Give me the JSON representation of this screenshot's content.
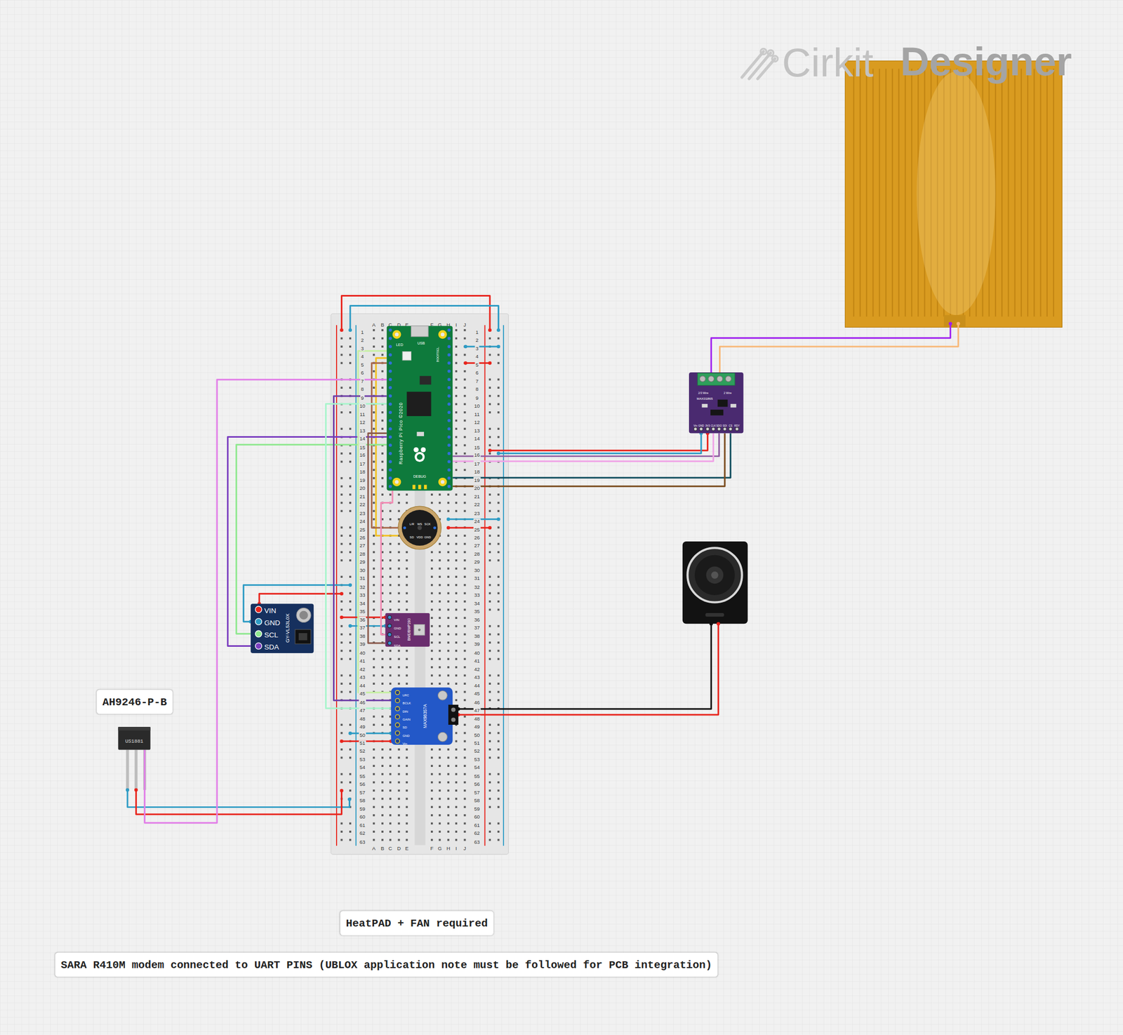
{
  "diagram": {
    "nodes": [
      {
        "text": [
          "LED",
          "USB",
          "BOOTSEL",
          "Raspberry Pi Pico ©2020",
          "DEBUG"
        ]
      },
      {
        "text": [
          "2/3 Wire",
          "2 Wire",
          "MAX31865",
          "Vin",
          "GND",
          "3V3",
          "CLK",
          "SDO",
          "SDI",
          "CS",
          "RDY"
        ]
      },
      {
        "text": [
          "L/R",
          "WS",
          "SCK",
          "SD",
          "VDD",
          "GND"
        ]
      },
      {
        "text": [
          "VIN",
          "GND",
          "SCL",
          "SDA",
          "GY-VL53L0X"
        ]
      },
      {
        "text": [
          "VIN",
          "GND",
          "SCL",
          "SDA",
          "BME/BMP280"
        ]
      },
      {
        "text": [
          "AH9246-P-B"
        ]
      },
      {
        "text": [
          "LRC",
          "BCLK",
          "DIN",
          "GAIN",
          "SD",
          "GND",
          "Vin",
          "MAX98357A"
        ]
      },
      {
        "text": [
          "US1881"
        ]
      },
      {
        "text": [
          "HeatPAD + FAN required"
        ]
      },
      {
        "text": [
          "SARA R410M modem connected to UART PINS (UBLOX application note must be followed for PCB integration)"
        ]
      }
    ],
    "edges": [
      {
        "from": 0,
        "to": 1,
        "arrow": "none"
      },
      {
        "from": 0,
        "to": 1,
        "arrow": "none"
      },
      {
        "from": 0,
        "to": 1,
        "arrow": "none"
      },
      {
        "from": 0,
        "to": 1,
        "arrow": "none"
      },
      {
        "from": 0,
        "to": 2,
        "arrow": "none"
      },
      {
        "from": 0,
        "to": 2,
        "arrow": "none"
      },
      {
        "from": 0,
        "to": 3,
        "arrow": "none"
      },
      {
        "from": 0,
        "to": 3,
        "arrow": "none"
      },
      {
        "from": 0,
        "to": 4,
        "arrow": "none"
      },
      {
        "from": 0,
        "to": 4,
        "arrow": "none"
      },
      {
        "from": 0,
        "to": 6,
        "arrow": "none"
      },
      {
        "from": 0,
        "to": 6,
        "arrow": "none"
      },
      {
        "from": 0,
        "to": 6,
        "arrow": "none"
      },
      {
        "from": 0,
        "to": 7,
        "arrow": "none"
      }
    ],
    "labels": [
      "Cirkit",
      "Designer",
      "A",
      "B",
      "C",
      "D",
      "E",
      "F",
      "G",
      "H",
      "I",
      "J",
      "A",
      "B",
      "C",
      "D",
      "E",
      "F",
      "G",
      "H",
      "I",
      "J",
      "1",
      "2",
      "3",
      "4",
      "5",
      "6",
      "7",
      "8",
      "9",
      "10",
      "11",
      "12",
      "13",
      "14",
      "15",
      "16",
      "17",
      "18",
      "19",
      "20",
      "21",
      "22",
      "23",
      "24",
      "25",
      "26",
      "27",
      "28",
      "29",
      "30",
      "31",
      "32",
      "33",
      "34",
      "35",
      "36",
      "37",
      "38",
      "39",
      "40",
      "41",
      "42",
      "43",
      "44",
      "45",
      "46",
      "47",
      "48",
      "49",
      "50",
      "51",
      "52",
      "53",
      "54",
      "55",
      "56",
      "57",
      "58",
      "59",
      "60",
      "61",
      "62",
      "63",
      "1",
      "2",
      "3",
      "4",
      "5",
      "6",
      "7",
      "8",
      "9",
      "10",
      "11",
      "12",
      "13",
      "14",
      "15",
      "16",
      "17",
      "18",
      "19",
      "20",
      "21",
      "22",
      "23",
      "24",
      "25",
      "26",
      "27",
      "28",
      "29",
      "30",
      "31",
      "32",
      "33",
      "34",
      "35",
      "36",
      "37",
      "38",
      "39",
      "40",
      "41",
      "42",
      "43",
      "44",
      "45",
      "46",
      "47",
      "48",
      "49",
      "50",
      "51",
      "52",
      "53",
      "54",
      "55",
      "56",
      "57",
      "58",
      "59",
      "60",
      "61",
      "62",
      "63"
    ]
  }
}
